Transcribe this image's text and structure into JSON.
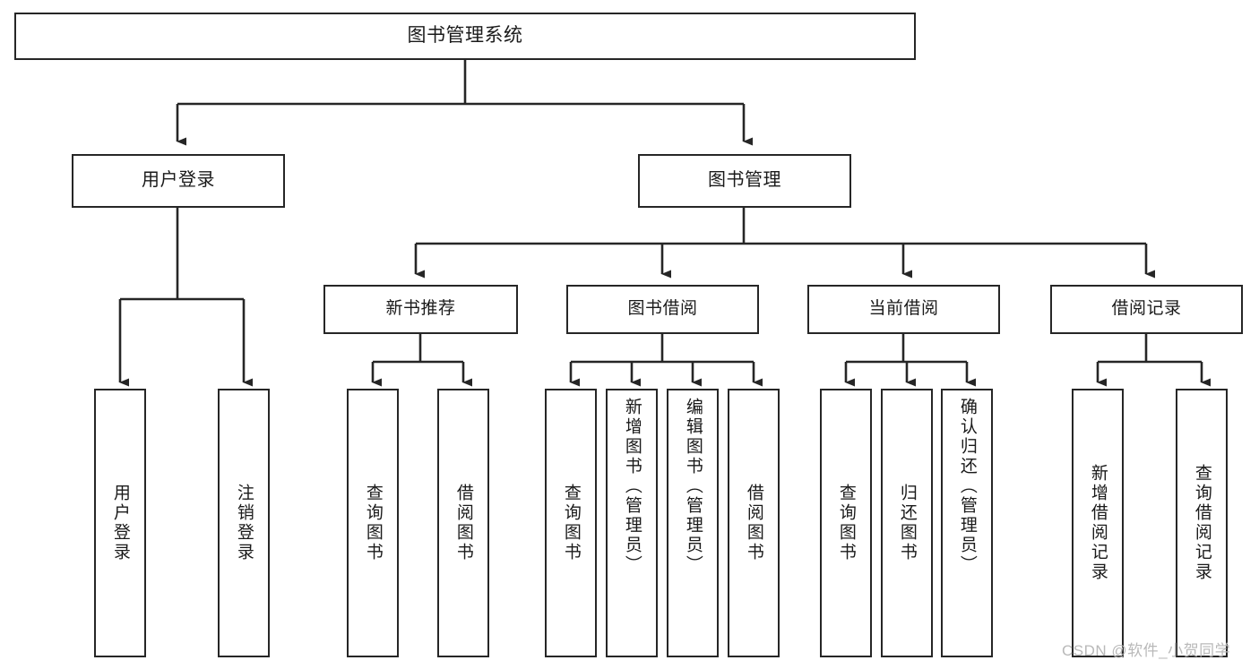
{
  "diagram": {
    "type": "tree-hierarchy",
    "title": "图书管理系统",
    "watermark": "CSDN @软件_小贺同学",
    "colors": {
      "box_border": "#262626",
      "box_fill": "#ffffff",
      "connector": "#262626",
      "text": "#1a1a1a",
      "watermark": "#b9b9b9"
    },
    "nodes": {
      "root": {
        "label": "图书管理系统"
      },
      "level1": [
        {
          "id": "user-login",
          "label": "用户登录"
        },
        {
          "id": "book-manage",
          "label": "图书管理"
        }
      ],
      "level2": [
        {
          "id": "new-book-rec",
          "label": "新书推荐"
        },
        {
          "id": "book-borrow",
          "label": "图书借阅"
        },
        {
          "id": "current-borrow",
          "label": "当前借阅"
        },
        {
          "id": "borrow-record",
          "label": "借阅记录"
        }
      ],
      "leaves": {
        "user-login": [
          {
            "id": "leaf-user-login",
            "label": "用户登录"
          },
          {
            "id": "leaf-logout",
            "label": "注销登录"
          }
        ],
        "new-book-rec": [
          {
            "id": "leaf-query-book-1",
            "label": "查询图书"
          },
          {
            "id": "leaf-borrow-book-1",
            "label": "借阅图书"
          }
        ],
        "book-borrow": [
          {
            "id": "leaf-query-book-2",
            "label": "查询图书"
          },
          {
            "id": "leaf-add-book",
            "label": "新增图书（管理员）"
          },
          {
            "id": "leaf-edit-book",
            "label": "编辑图书（管理员）"
          },
          {
            "id": "leaf-borrow-book-2",
            "label": "借阅图书"
          }
        ],
        "current-borrow": [
          {
            "id": "leaf-query-book-3",
            "label": "查询图书"
          },
          {
            "id": "leaf-return-book",
            "label": "归还图书"
          },
          {
            "id": "leaf-confirm-return",
            "label": "确认归还（管理员）"
          }
        ],
        "borrow-record": [
          {
            "id": "leaf-add-record",
            "label": "新增借阅记录"
          },
          {
            "id": "leaf-query-record",
            "label": "查询借阅记录"
          }
        ]
      }
    }
  }
}
